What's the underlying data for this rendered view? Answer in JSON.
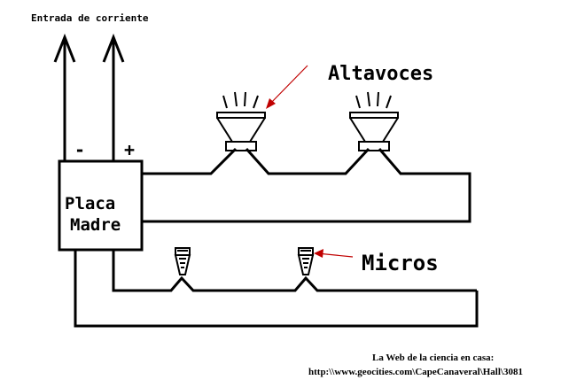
{
  "labels": {
    "power_input": "Entrada de corriente",
    "minus": "-",
    "plus": "+",
    "board_line1": "Placa",
    "board_line2": "Madre",
    "speakers": "Altavoces",
    "mics": "Micros"
  },
  "credit": {
    "line1": "La Web de la ciencia en casa:",
    "line2": "http:\\\\www.geocities.com\\CapeCanaveral\\Hall\\3081"
  },
  "colors": {
    "lines": "#000000",
    "pointer_arrows": "#c00000",
    "background": "#ffffff"
  }
}
